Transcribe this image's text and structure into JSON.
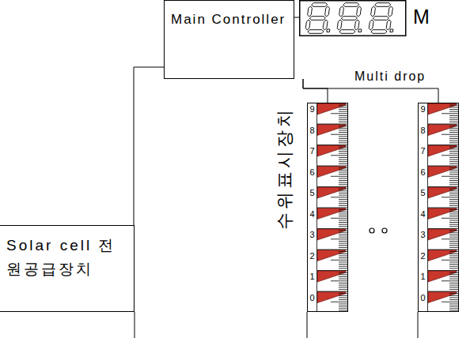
{
  "diagram": {
    "nodes": [
      {
        "text": [
          "Main Controller"
        ]
      },
      {
        "text": [
          "M"
        ]
      },
      {
        "text": [
          "9",
          "8",
          "7",
          "6",
          "5",
          "4",
          "3",
          "2",
          "1",
          "0"
        ]
      },
      {
        "text": [
          "9",
          "8",
          "7",
          "6",
          "5",
          "4",
          "3",
          "2",
          "1",
          "0"
        ]
      },
      {
        "text": [
          "Solar cell 전원공급장치"
        ]
      }
    ],
    "edges": [
      {
        "from": 0,
        "to": 1,
        "arrow": "none"
      },
      {
        "from": 0,
        "to": 4,
        "arrow": "none"
      },
      {
        "from": 0,
        "to": 2,
        "arrow": "none"
      },
      {
        "from": 0,
        "to": 3,
        "arrow": "none"
      }
    ],
    "labels": [
      "Multi drop",
      "수위표시장치"
    ]
  }
}
